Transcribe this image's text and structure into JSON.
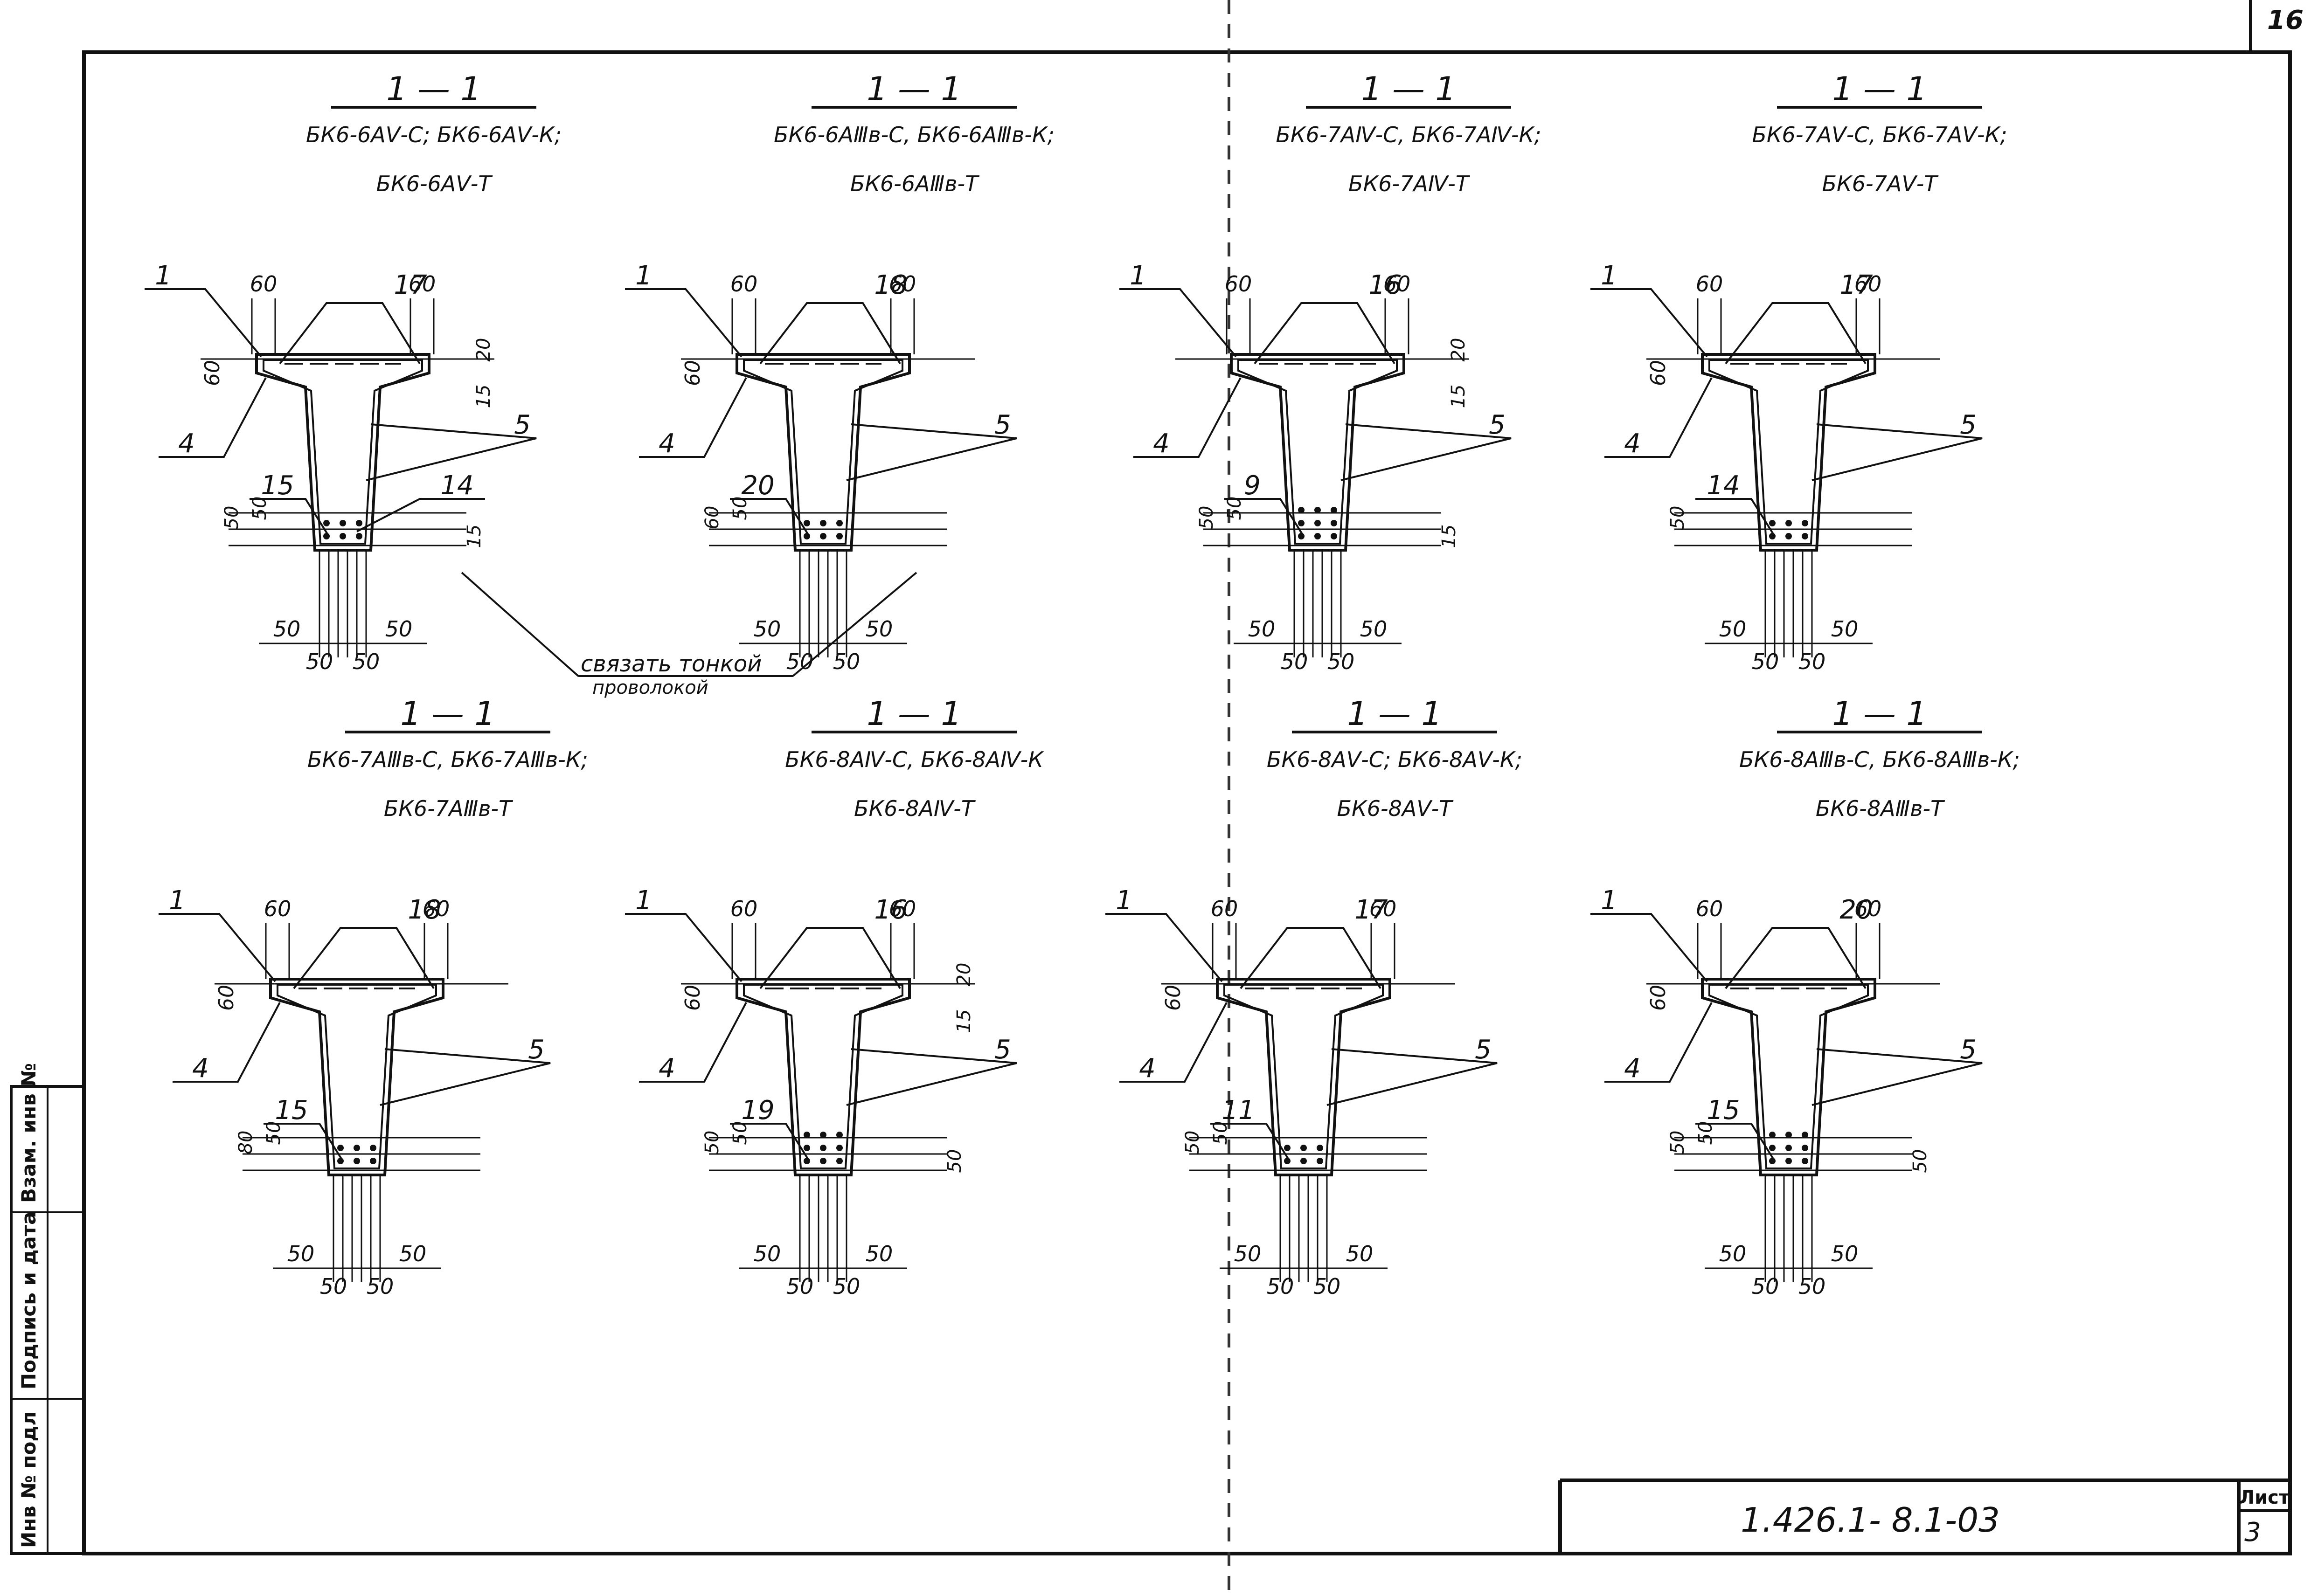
{
  "page_number": "16",
  "sections": [
    {
      "title": "1 — 1",
      "line1": "БК6-6АⅤ-С; БК6-6АⅤ-К;",
      "line2": "БК6-6АⅤ-Т",
      "flange_left": "60",
      "flange_right": "60",
      "flange_height": "60",
      "top_cover": "20",
      "top_cover2": "15",
      "callout_1": "1",
      "callout_4": "4",
      "callout_5": "5",
      "callout_top": "17",
      "callout_label": "15",
      "callout_bottom": "14",
      "dim_a": "50",
      "dim_b": "50",
      "dim_c": "15",
      "bot_l": "50",
      "bot_r": "50",
      "bot_l2": "50",
      "bot_r2": "50"
    },
    {
      "title": "1 — 1",
      "line1": "БК6-6АⅢв-С, БК6-6АⅢв-К;",
      "line2": "БК6-6АⅢв-Т",
      "flange_left": "60",
      "flange_right": "60",
      "flange_height": "60",
      "top_cover": "",
      "top_cover2": "",
      "callout_1": "1",
      "callout_4": "4",
      "callout_5": "5",
      "callout_top": "18",
      "callout_label": "20",
      "callout_bottom": "",
      "dim_a": "60",
      "dim_b": "50",
      "dim_c": "",
      "bot_l": "50",
      "bot_r": "50",
      "bot_l2": "50",
      "bot_r2": "50"
    },
    {
      "title": "1 — 1",
      "line1": "БК6-7АⅣ-С, БК6-7АⅣ-К;",
      "line2": "БК6-7АⅣ-Т",
      "flange_left": "60",
      "flange_right": "60",
      "flange_height": "",
      "top_cover": "20",
      "top_cover2": "15",
      "callout_1": "1",
      "callout_4": "4",
      "callout_5": "5",
      "callout_top": "16",
      "callout_label": "9",
      "callout_bottom": "",
      "dim_a": "50",
      "dim_b": "50",
      "dim_c": "15",
      "bot_l": "50",
      "bot_r": "50",
      "bot_l2": "50",
      "bot_r2": "50"
    },
    {
      "title": "1 — 1",
      "line1": "БК6-7АⅤ-С, БК6-7АⅤ-К;",
      "line2": "БК6-7АⅤ-Т",
      "flange_left": "60",
      "flange_right": "60",
      "flange_height": "60",
      "top_cover": "",
      "top_cover2": "",
      "callout_1": "1",
      "callout_4": "4",
      "callout_5": "5",
      "callout_top": "17",
      "callout_label": "14",
      "callout_bottom": "",
      "dim_a": "50",
      "dim_b": "",
      "dim_c": "",
      "bot_l": "50",
      "bot_r": "50",
      "bot_l2": "50",
      "bot_r2": "50"
    },
    {
      "title": "1 — 1",
      "line1": "БК6-7АⅢв-С,  БК6-7АⅢв-К;",
      "line2": "БК6-7АⅢв-Т",
      "flange_left": "60",
      "flange_right": "60",
      "flange_height": "60",
      "top_cover": "",
      "top_cover2": "",
      "callout_1": "1",
      "callout_4": "4",
      "callout_5": "5",
      "callout_top": "18",
      "callout_label": "15",
      "callout_bottom": "",
      "dim_a": "80",
      "dim_b": "50",
      "dim_c": "",
      "bot_l": "50",
      "bot_r": "50",
      "bot_l2": "50",
      "bot_r2": "50"
    },
    {
      "title": "1 — 1",
      "line1": "БК6-8АⅣ-С, БК6-8АⅣ-К",
      "line2": "БК6-8АⅣ-Т",
      "flange_left": "60",
      "flange_right": "60",
      "flange_height": "60",
      "top_cover": "20",
      "top_cover2": "15",
      "callout_1": "1",
      "callout_4": "4",
      "callout_5": "5",
      "callout_top": "16",
      "callout_label": "19",
      "callout_bottom": "",
      "dim_a": "50",
      "dim_b": "50",
      "dim_c": "50",
      "bot_l": "50",
      "bot_r": "50",
      "bot_l2": "50",
      "bot_r2": "50"
    },
    {
      "title": "1 — 1",
      "line1": "БК6-8АⅤ-С; БК6-8АⅤ-К;",
      "line2": "БК6-8АⅤ-Т",
      "flange_left": "60",
      "flange_right": "60",
      "flange_height": "60",
      "top_cover": "",
      "top_cover2": "",
      "callout_1": "1",
      "callout_4": "4",
      "callout_5": "5",
      "callout_top": "17",
      "callout_label": "11",
      "callout_bottom": "",
      "dim_a": "50",
      "dim_b": "50",
      "dim_c": "",
      "bot_l": "50",
      "bot_r": "50",
      "bot_l2": "50",
      "bot_r2": "50"
    },
    {
      "title": "1 — 1",
      "line1": "БК6-8АⅢв-С, БК6-8АⅢв-К;",
      "line2": "БК6-8АⅢв-Т",
      "flange_left": "60",
      "flange_right": "60",
      "flange_height": "60",
      "top_cover": "",
      "top_cover2": "",
      "callout_1": "1",
      "callout_4": "4",
      "callout_5": "5",
      "callout_top": "20",
      "callout_label": "15",
      "callout_bottom": "",
      "dim_a": "50",
      "dim_b": "50",
      "dim_c": "50",
      "bot_l": "50",
      "bot_r": "50",
      "bot_l2": "50",
      "bot_r2": "50"
    }
  ],
  "note_tie": "связать тонкой",
  "note_tie2": "проволокой",
  "side_stamp": [
    "Инв № подл",
    "Подпись и дата",
    "Взам. инв №"
  ],
  "title_block": {
    "doc_code": "1.426.1- 8.1-03",
    "sheet_label": "Лист",
    "sheet_number": "3"
  }
}
